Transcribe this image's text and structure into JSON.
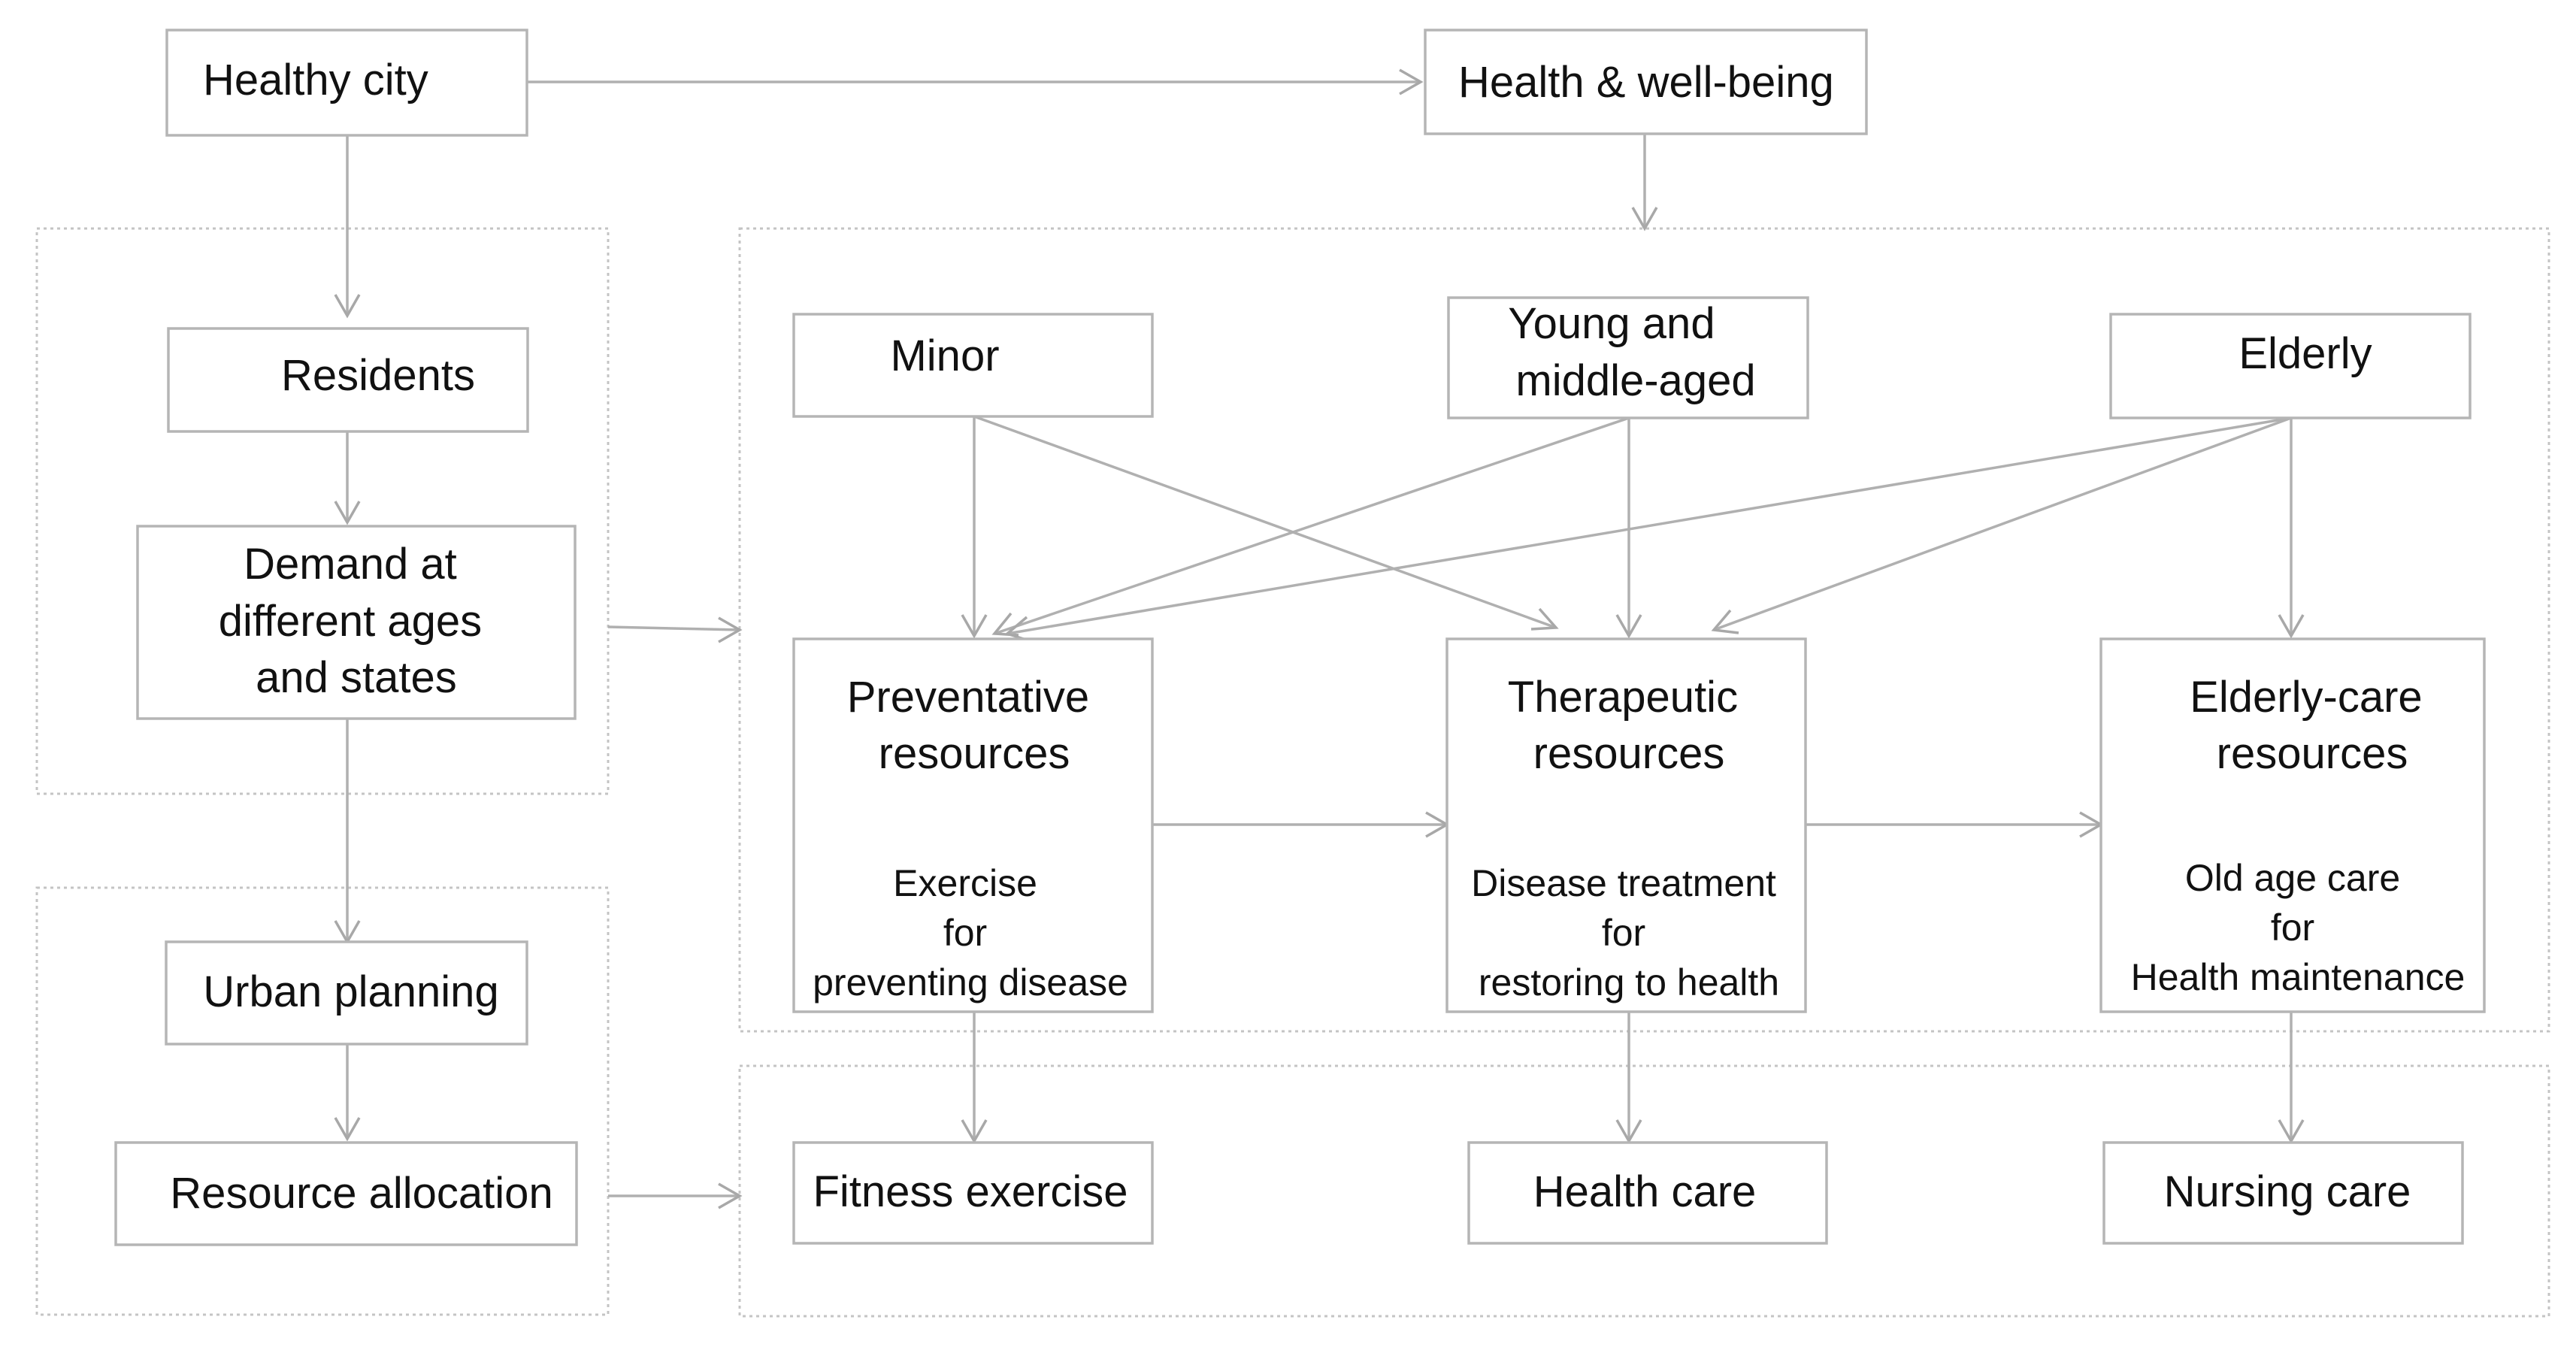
{
  "nodes": {
    "healthy_city": "Healthy city",
    "health_wellbeing": "Health & well-being",
    "residents": "Residents",
    "demand": [
      "Demand at",
      "different ages",
      "and states"
    ],
    "urban_planning": "Urban planning",
    "resource_allocation": "Resource allocation",
    "minor": "Minor",
    "young_middle": [
      "Young and",
      "middle-aged"
    ],
    "elderly": "Elderly",
    "preventative": {
      "title": [
        "Preventative",
        "resources"
      ],
      "desc": [
        "Exercise",
        "for",
        "preventing disease"
      ]
    },
    "therapeutic": {
      "title": [
        "Therapeutic",
        "resources"
      ],
      "desc": [
        "Disease treatment",
        "for",
        "restoring to health"
      ]
    },
    "elderly_care": {
      "title": [
        "Elderly-care",
        "resources"
      ],
      "desc": [
        "Old age care",
        "for",
        "Health maintenance"
      ]
    },
    "fitness_exercise": "Fitness exercise",
    "health_care": "Health care",
    "nursing_care": "Nursing care"
  },
  "edges": [
    {
      "from": "Healthy city",
      "to": "Health & well-being"
    },
    {
      "from": "Healthy city",
      "to": "Residents"
    },
    {
      "from": "Residents",
      "to": "Demand at different ages and states"
    },
    {
      "from": "Demand at different ages and states",
      "to": "Urban planning"
    },
    {
      "from": "Urban planning",
      "to": "Resource allocation"
    },
    {
      "from": "Health & well-being",
      "to": "age groups"
    },
    {
      "from": "Demand at different ages and states",
      "to": "resource types"
    },
    {
      "from": "Resource allocation",
      "to": "service types"
    },
    {
      "from": "Minor",
      "to": "Preventative resources"
    },
    {
      "from": "Minor",
      "to": "Therapeutic resources"
    },
    {
      "from": "Young and middle-aged",
      "to": "Preventative resources"
    },
    {
      "from": "Young and middle-aged",
      "to": "Therapeutic resources"
    },
    {
      "from": "Elderly",
      "to": "Preventative resources"
    },
    {
      "from": "Elderly",
      "to": "Therapeutic resources"
    },
    {
      "from": "Elderly",
      "to": "Elderly-care resources"
    },
    {
      "from": "Preventative resources",
      "to": "Therapeutic resources"
    },
    {
      "from": "Therapeutic resources",
      "to": "Elderly-care resources"
    },
    {
      "from": "Preventative resources",
      "to": "Fitness exercise"
    },
    {
      "from": "Therapeutic resources",
      "to": "Health care"
    },
    {
      "from": "Elderly-care resources",
      "to": "Nursing care"
    }
  ]
}
